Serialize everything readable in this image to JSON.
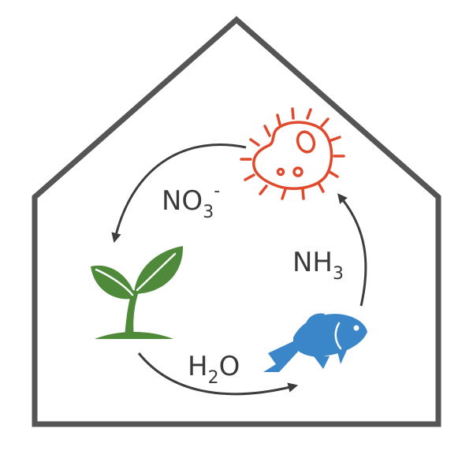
{
  "labels": {
    "nitrate": {
      "main": "NO",
      "sub": "3",
      "sup": "-"
    },
    "ammonia": {
      "main": "NH",
      "sub": "3"
    },
    "water": {
      "main": "H",
      "sub": "2",
      "tail": "O"
    }
  },
  "icons": {
    "plant": "plant-icon",
    "fish": "fish-icon",
    "bacteria": "bacteria-icon",
    "house": "house-outline"
  },
  "colors": {
    "house_outline": "#555555",
    "arrow": "#3d3d3d",
    "plant": "#4e8a3a",
    "fish": "#3a86c8",
    "bacteria": "#e0492b",
    "text": "#3a3a3a"
  }
}
